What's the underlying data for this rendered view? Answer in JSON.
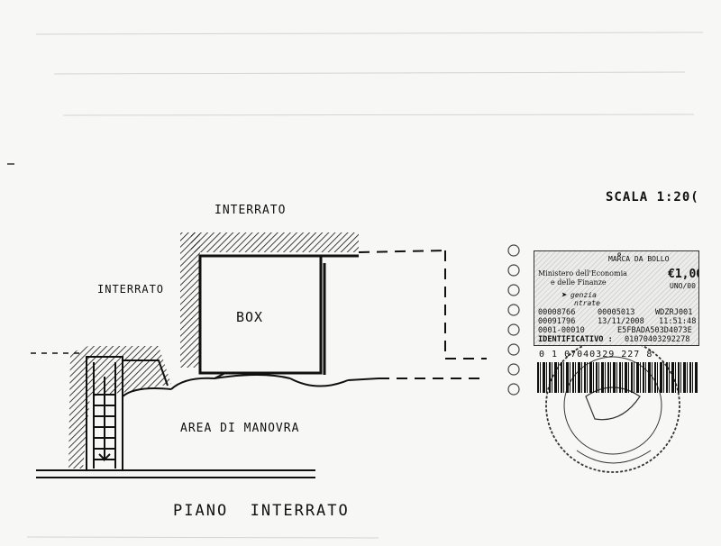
{
  "drawing": {
    "title": "PIANO  INTERRATO",
    "scale_label": "SCALA 1:20(",
    "top_label": "INTERRATO",
    "left_label": "INTERRATO",
    "box_label": "BOX",
    "area_label": "AREA DI MANOVRA"
  },
  "stamp": {
    "header": "MARCA DA BOLLO",
    "ministry_line1": "Ministero dell'Economia",
    "ministry_line2": "e delle Finanze",
    "value": "€1,00",
    "value_words": "UNO/00",
    "agency_line1": "genzia",
    "agency_line2": "ntrate",
    "row1_left": "00008766",
    "row1_mid": "00005013",
    "row1_right": "WDZRJ001",
    "row2_left": "00091796",
    "row2_mid": "13/11/2008",
    "row2_right": "11:51:48",
    "row3_left": "0001-00010",
    "row3_right": "E5FBADA503D4073E",
    "row4_left": "IDENTIFICATIVO :",
    "row4_right": "01070403292278",
    "barcode_number": "0 1 07040329 227 8"
  }
}
